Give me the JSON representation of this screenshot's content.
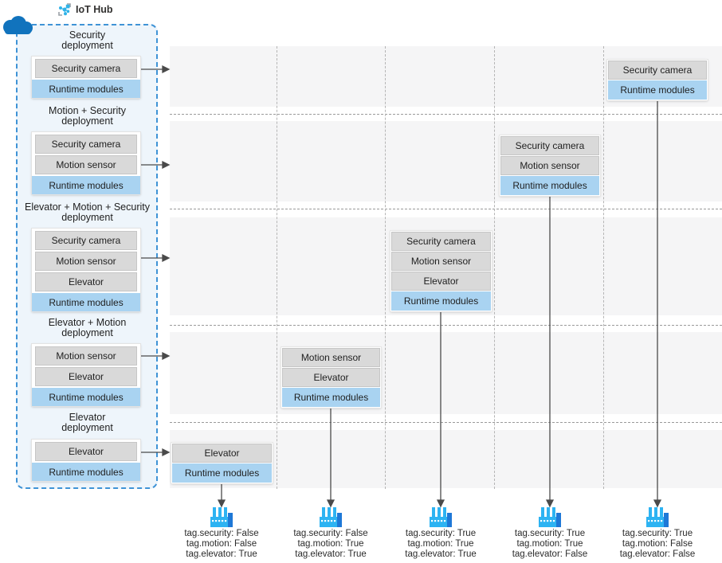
{
  "header": {
    "iot_hub_label": "IoT Hub"
  },
  "deployments": [
    {
      "name": "Security",
      "suffix": "deployment",
      "modules": [
        "Security camera"
      ],
      "runtime": "Runtime modules"
    },
    {
      "name": "Motion + Security",
      "suffix": "deployment",
      "modules": [
        "Security camera",
        "Motion sensor"
      ],
      "runtime": "Runtime modules"
    },
    {
      "name": "Elevator + Motion + Security",
      "suffix": "deployment",
      "modules": [
        "Security camera",
        "Motion sensor",
        "Elevator"
      ],
      "runtime": "Runtime modules"
    },
    {
      "name": "Elevator + Motion",
      "suffix": "deployment",
      "modules": [
        "Motion sensor",
        "Elevator"
      ],
      "runtime": "Runtime modules"
    },
    {
      "name": "Elevator",
      "suffix": "deployment",
      "modules": [
        "Elevator"
      ],
      "runtime": "Runtime modules"
    }
  ],
  "edge_stacks": [
    {
      "modules": [
        "Security camera"
      ],
      "runtime": "Runtime modules"
    },
    {
      "modules": [
        "Security camera",
        "Motion sensor"
      ],
      "runtime": "Runtime modules"
    },
    {
      "modules": [
        "Security camera",
        "Motion sensor",
        "Elevator"
      ],
      "runtime": "Runtime modules"
    },
    {
      "modules": [
        "Motion sensor",
        "Elevator"
      ],
      "runtime": "Runtime modules"
    },
    {
      "modules": [
        "Elevator"
      ],
      "runtime": "Runtime modules"
    }
  ],
  "devices": [
    {
      "tags": [
        "tag.security: False",
        "tag.motion: False",
        "tag.elevator: True"
      ]
    },
    {
      "tags": [
        "tag.security: False",
        "tag.motion: True",
        "tag.elevator: True"
      ]
    },
    {
      "tags": [
        "tag.security: True",
        "tag.motion: True",
        "tag.elevator: True"
      ]
    },
    {
      "tags": [
        "tag.security: True",
        "tag.motion: True",
        "tag.elevator: False"
      ]
    },
    {
      "tags": [
        "tag.security: True",
        "tag.motion: False",
        "tag.elevator: False"
      ]
    }
  ],
  "colors": {
    "module_gray": "#d9d9d9",
    "runtime_blue": "#a9d3f1",
    "panel_fill": "#eef5fb",
    "panel_border": "#3f93d6",
    "zone_gray": "#f5f5f6",
    "arrow": "#4a4a4a",
    "cloud_blue": "#1173bd",
    "factory_light": "#2db3f2",
    "factory_dark": "#1e78d7",
    "hub_cyan": "#30b3e8"
  }
}
